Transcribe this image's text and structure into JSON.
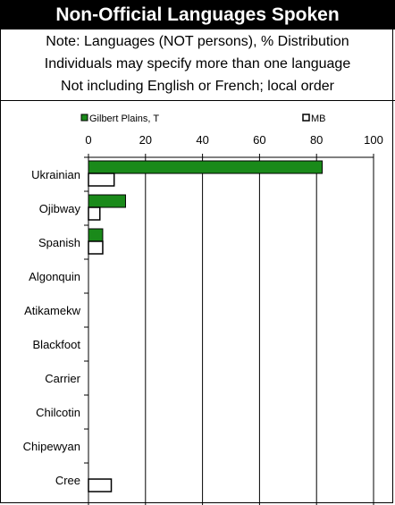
{
  "header": {
    "title": "Non-Official Languages Spoken",
    "notes": [
      "Note: Languages (NOT persons), % Distribution",
      "Individuals may specify more than one language",
      "Not including English or French; local order"
    ]
  },
  "chart_data": {
    "type": "bar",
    "orientation": "horizontal",
    "title": "Non-Official Languages Spoken",
    "xlabel": "",
    "ylabel": "",
    "xlim": [
      0,
      100
    ],
    "x_ticks": [
      0,
      20,
      40,
      60,
      80,
      100
    ],
    "grid": true,
    "legend_position": "top",
    "categories": [
      "Ukrainian",
      "Ojibway",
      "Spanish",
      "Algonquin",
      "Atikamekw",
      "Blackfoot",
      "Carrier",
      "Chilcotin",
      "Chipewyan",
      "Cree"
    ],
    "series": [
      {
        "name": "Gilbert Plains, T",
        "color": "#1a8a1a",
        "values": [
          82,
          13,
          5,
          0,
          0,
          0,
          0,
          0,
          0,
          0
        ]
      },
      {
        "name": "MB",
        "color": "#ffffff",
        "values": [
          9,
          4,
          5,
          0,
          0,
          0,
          0,
          0,
          0,
          8
        ]
      }
    ]
  }
}
